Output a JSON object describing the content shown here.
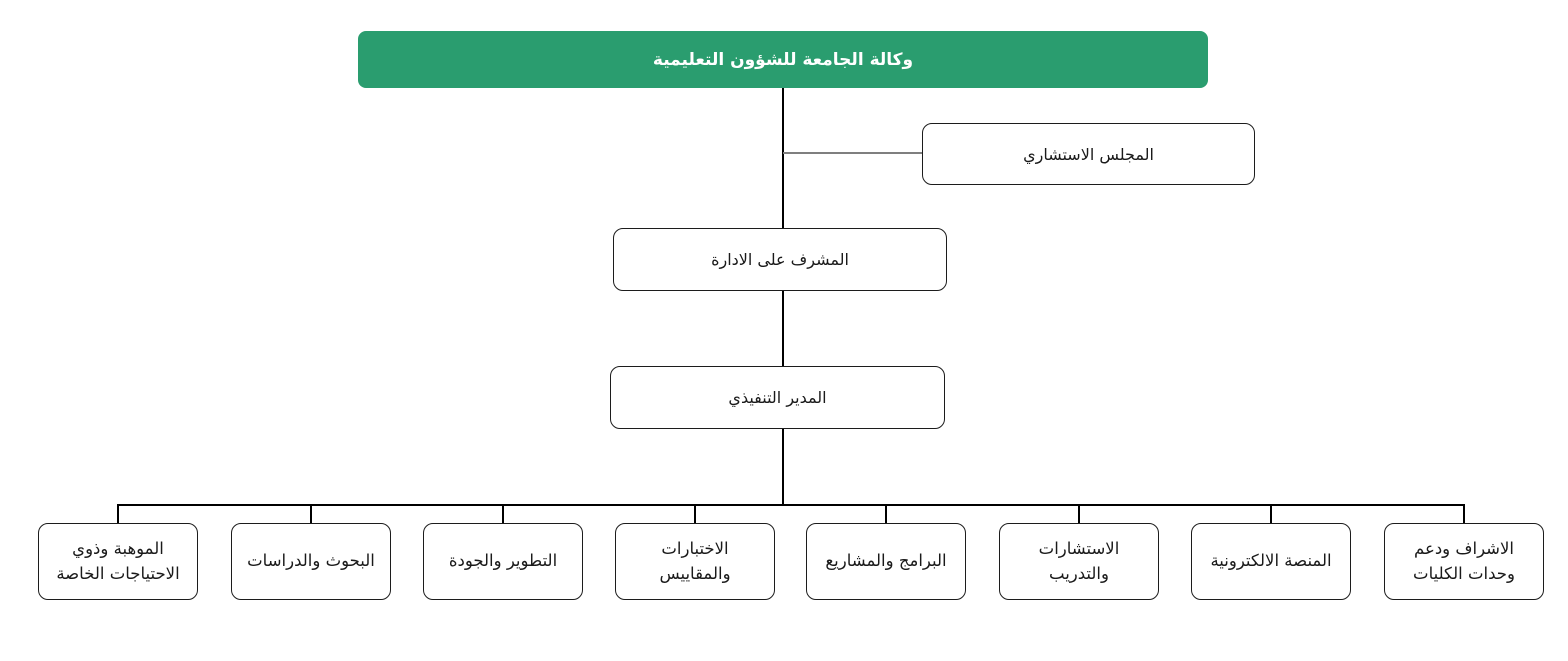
{
  "diagram": {
    "type": "org-chart",
    "direction": "rtl",
    "accent_color": "#2a9d6f",
    "line_color": "#000000",
    "branch_line_color": "#7f7f7f"
  },
  "nodes": {
    "root": {
      "label": "وكالة الجامعة للشؤون التعليمية"
    },
    "advisory": {
      "label": "المجلس الاستشاري"
    },
    "supervisor": {
      "label": "المشرف على الادارة"
    },
    "executive": {
      "label": "المدير التنفيذي"
    }
  },
  "departments": [
    {
      "label": "الموهبة وذوي الاحتياجات الخاصة"
    },
    {
      "label": "البحوث والدراسات"
    },
    {
      "label": "التطوير والجودة"
    },
    {
      "label": "الاختبارات والمقاييس"
    },
    {
      "label": "البرامج والمشاريع"
    },
    {
      "label": "الاستشارات والتدريب"
    },
    {
      "label": "المنصة الالكترونية"
    },
    {
      "label": "الاشراف ودعم وحدات الكليات"
    }
  ]
}
